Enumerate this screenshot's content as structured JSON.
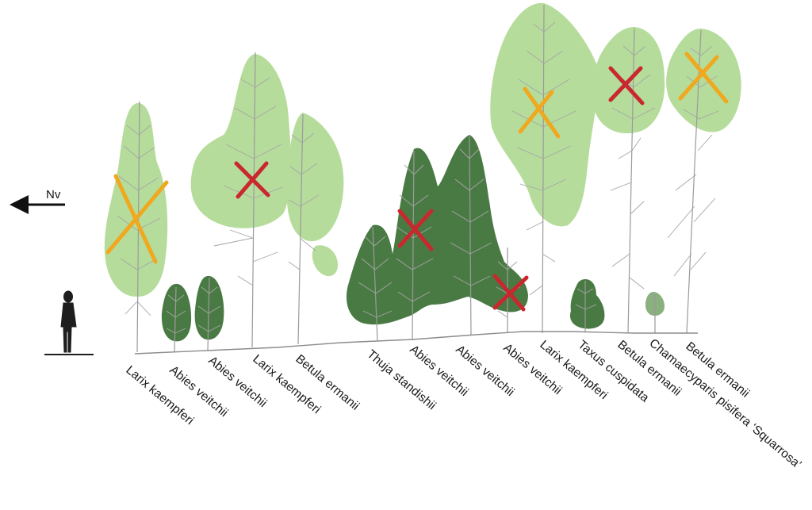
{
  "colors": {
    "light_crown": "#b6dc9c",
    "dark_crown": "#4a7a44",
    "remove_mark": "#c8282e",
    "prune_mark": "#f0a81e",
    "trunk": "#9a9a9a",
    "figure": "#1e1e1e"
  },
  "direction": {
    "label": "Nv",
    "icon": "arrow-left-icon"
  },
  "trees": [
    {
      "label": "Larix kaempferi",
      "mark": "prune"
    },
    {
      "label": "Abies veitchii",
      "mark": "none"
    },
    {
      "label": "Abies veitchii",
      "mark": "none"
    },
    {
      "label": "Larix kaempferi",
      "mark": "remove"
    },
    {
      "label": "Betula ermanii",
      "mark": "none"
    },
    {
      "label": "Thuja standishii",
      "mark": "none"
    },
    {
      "label": "Abies veitchii",
      "mark": "remove"
    },
    {
      "label": "Abies veitchii",
      "mark": "none"
    },
    {
      "label": "Abies veitchii",
      "mark": "remove"
    },
    {
      "label": "Larix kaempferi",
      "mark": "prune"
    },
    {
      "label": "Taxus cuspidata",
      "mark": "none"
    },
    {
      "label": "Betula ermanii",
      "mark": "remove"
    },
    {
      "label": "Chamaecyparis pisifera ‘Squarrosa’",
      "mark": "none"
    },
    {
      "label": "Betula ermanii",
      "mark": "prune"
    }
  ]
}
